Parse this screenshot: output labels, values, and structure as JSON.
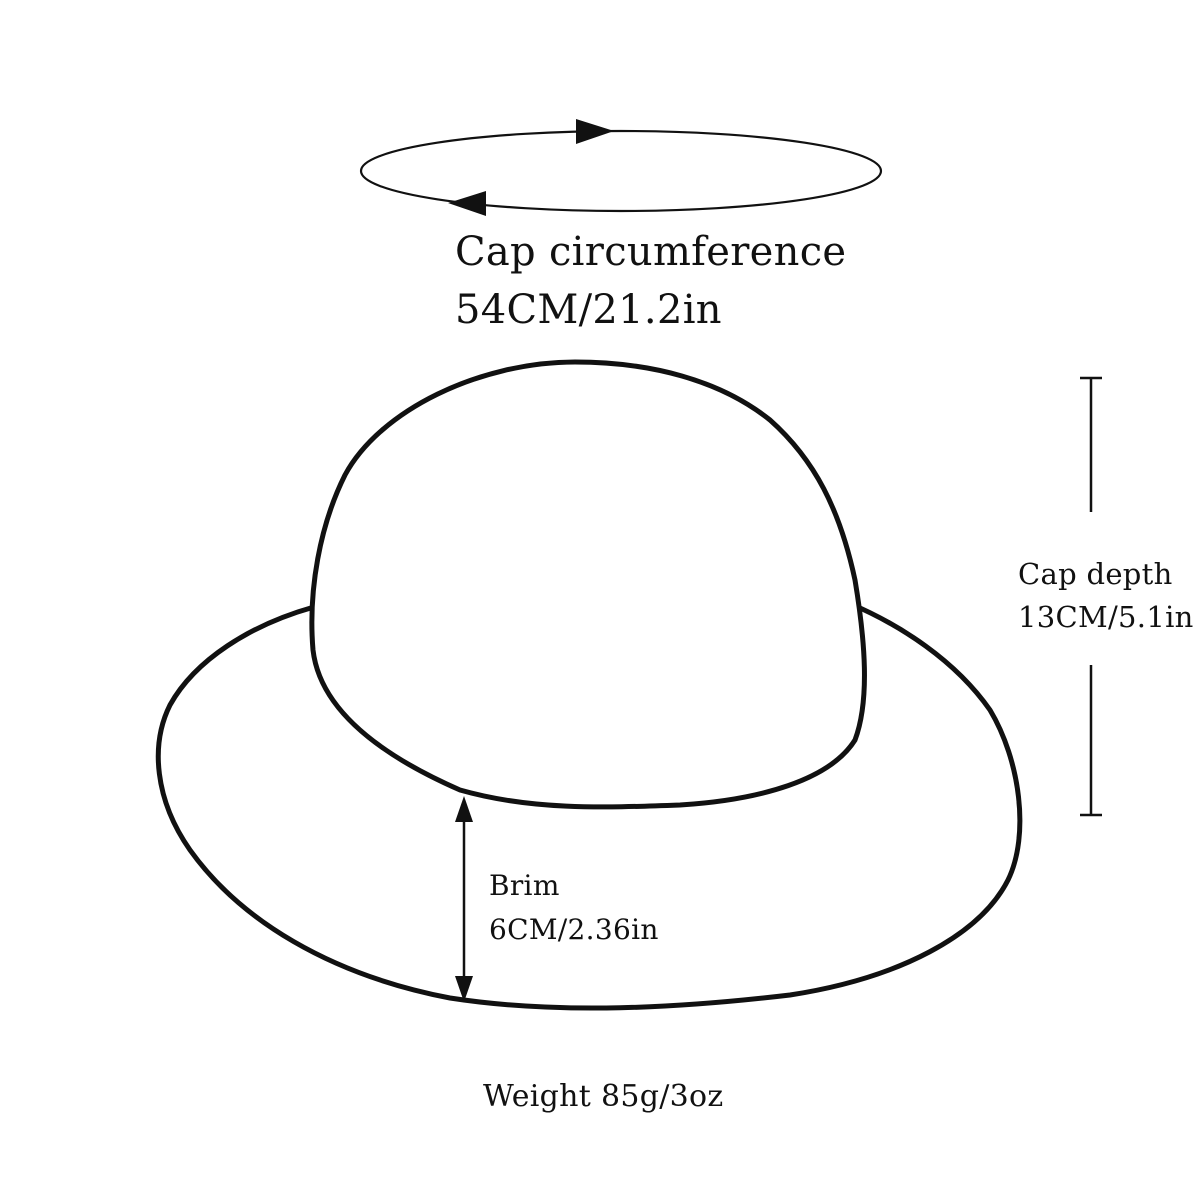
{
  "circumference": {
    "title": "Cap circumference",
    "value": "54CM/21.2in"
  },
  "depth": {
    "title": "Cap depth",
    "value": "13CM/5.1in"
  },
  "brim": {
    "title": "Brim",
    "value": "6CM/2.36in"
  },
  "weight": {
    "text": "Weight 85g/3oz"
  },
  "colors": {
    "line": "#111111",
    "background": "#ffffff"
  }
}
